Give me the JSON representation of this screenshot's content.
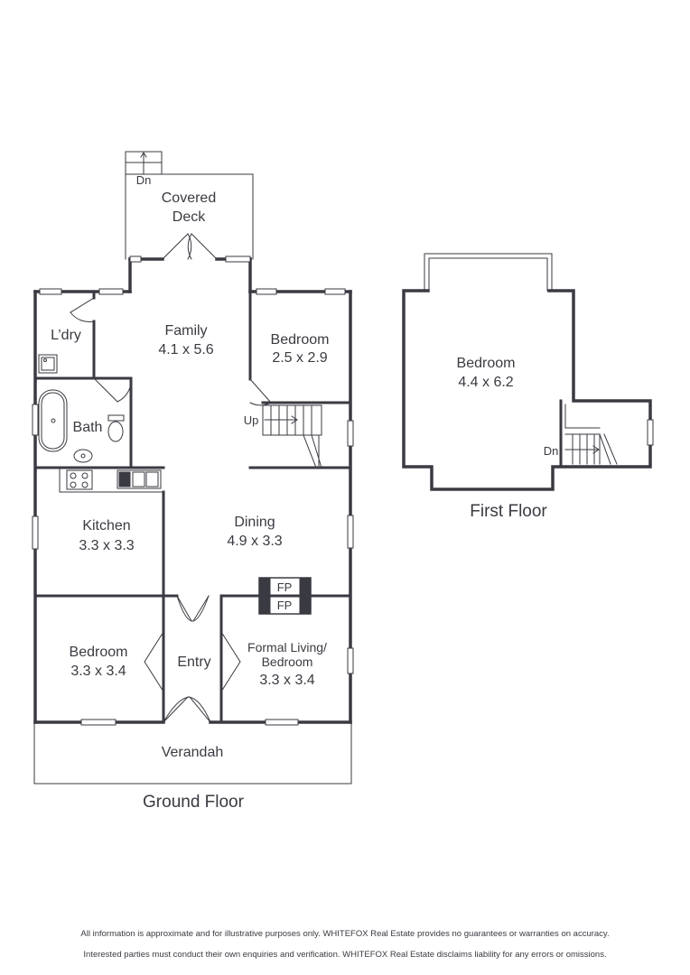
{
  "ground_floor": {
    "title": "Ground Floor",
    "rooms": {
      "covered_deck": {
        "name_line1": "Covered",
        "name_line2": "Deck",
        "stair_label": "Dn"
      },
      "laundry": {
        "name": "L’dry"
      },
      "family": {
        "name": "Family",
        "size": "4.1 x 5.6"
      },
      "bedroom_rear": {
        "name": "Bedroom",
        "size": "2.5 x 2.9"
      },
      "bath": {
        "name": "Bath"
      },
      "stair": {
        "label": "Up"
      },
      "kitchen": {
        "name": "Kitchen",
        "size": "3.3 x 3.3"
      },
      "dining": {
        "name": "Dining",
        "size": "4.9 x 3.3"
      },
      "fireplaces": [
        "FP",
        "FP"
      ],
      "bedroom_front": {
        "name": "Bedroom",
        "size": "3.3 x 3.4"
      },
      "entry": {
        "name": "Entry"
      },
      "formal_living": {
        "name_line1": "Formal Living/",
        "name_line2": "Bedroom",
        "size": "3.3 x 3.4"
      },
      "verandah": {
        "name": "Verandah"
      }
    }
  },
  "first_floor": {
    "title": "First Floor",
    "rooms": {
      "bedroom": {
        "name": "Bedroom",
        "size": "4.4 x 6.2"
      },
      "stair": {
        "label": "Dn"
      }
    }
  },
  "disclaimer": {
    "line1": "All information is approximate and for illustrative purposes only. WHITEFOX Real Estate provides no guarantees or warranties on accuracy.",
    "line2": "Interested parties must conduct their own enquiries and verification. WHITEFOX Real Estate disclaims liability for any errors or omissions."
  },
  "colors": {
    "wall": "#3a3a42",
    "fill": "#ffffff"
  }
}
